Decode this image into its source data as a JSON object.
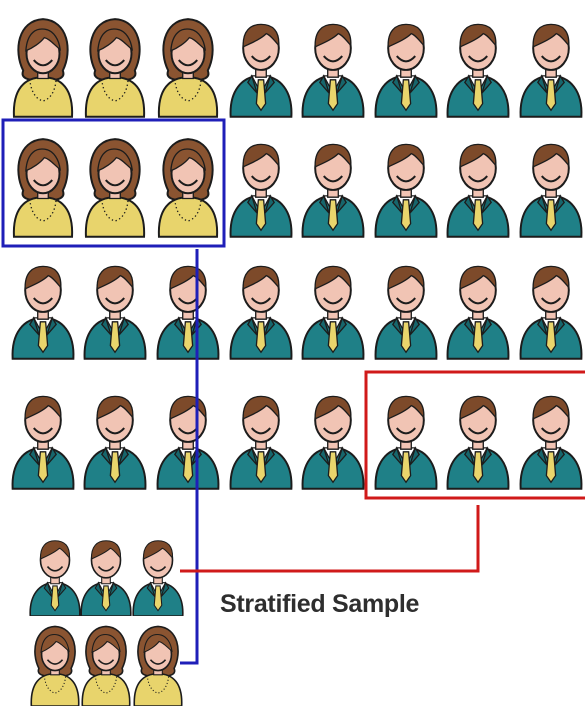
{
  "caption": "Stratified Sample",
  "population": {
    "rows": [
      [
        "woman",
        "woman",
        "woman",
        "man",
        "man",
        "man",
        "man",
        "man"
      ],
      [
        "woman",
        "woman",
        "woman",
        "man",
        "man",
        "man",
        "man",
        "man"
      ],
      [
        "man",
        "man",
        "man",
        "man",
        "man",
        "man",
        "man",
        "man"
      ],
      [
        "man",
        "man",
        "man",
        "man",
        "man",
        "man",
        "man",
        "man"
      ]
    ]
  },
  "sample": {
    "rows": [
      [
        "man",
        "man",
        "man"
      ],
      [
        "woman",
        "woman",
        "woman"
      ]
    ]
  },
  "highlights": [
    {
      "name": "selected-women-box",
      "color": "#1f1fb8",
      "row": 1,
      "from_col": 0,
      "to_col": 2
    },
    {
      "name": "selected-men-box",
      "color": "#d01a1a",
      "row": 3,
      "from_col": 5,
      "to_col": 7
    }
  ],
  "colors": {
    "woman_dress": "#e8d46c",
    "woman_hair": "#8a5431",
    "man_suit": "#1f8087",
    "man_hair": "#7d4a2a",
    "skin": "#f1c4b4",
    "tie": "#e9d56c",
    "outline": "#1c1c1c"
  },
  "icons": {
    "woman": "woman-figure-icon",
    "man": "man-figure-icon"
  }
}
